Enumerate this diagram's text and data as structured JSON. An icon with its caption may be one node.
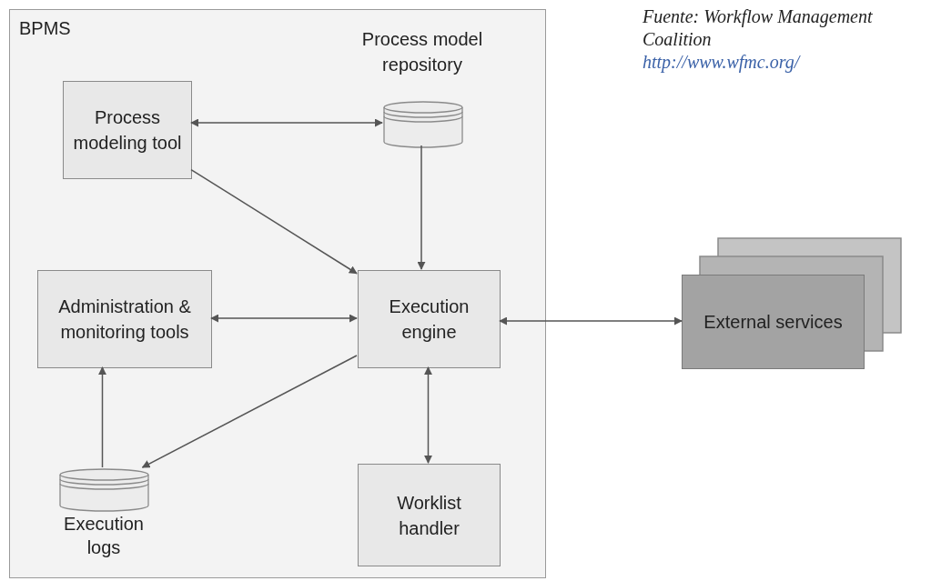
{
  "diagram": {
    "nodes": [
      {
        "text": [
          "BPMS"
        ]
      },
      {
        "text": [
          "Process modeling tool"
        ],
        "in": 0
      },
      {
        "text": [
          "Process model repository"
        ],
        "in": 0
      },
      {
        "text": [
          "Administration & monitoring tools"
        ],
        "in": 0
      },
      {
        "text": [
          "Execution engine"
        ],
        "in": 0
      },
      {
        "text": [
          "Execution logs"
        ],
        "in": 0
      },
      {
        "text": [
          "Worklist handler"
        ],
        "in": 0
      },
      {
        "text": [
          "External services"
        ]
      }
    ],
    "edges": [
      {
        "from": 1,
        "to": 2,
        "arrow": "both"
      },
      {
        "from": 1,
        "to": 4,
        "arrow": "to"
      },
      {
        "from": 2,
        "to": 4,
        "arrow": "to"
      },
      {
        "from": 3,
        "to": 4,
        "arrow": "both"
      },
      {
        "from": 4,
        "to": 7,
        "arrow": "both"
      },
      {
        "from": 4,
        "to": 5,
        "arrow": "to"
      },
      {
        "from": 5,
        "to": 3,
        "arrow": "to"
      },
      {
        "from": 4,
        "to": 6,
        "arrow": "both"
      }
    ],
    "labels": [
      "Fuente: Workflow Management Coalition",
      "http://www.wfmc.org/"
    ]
  }
}
